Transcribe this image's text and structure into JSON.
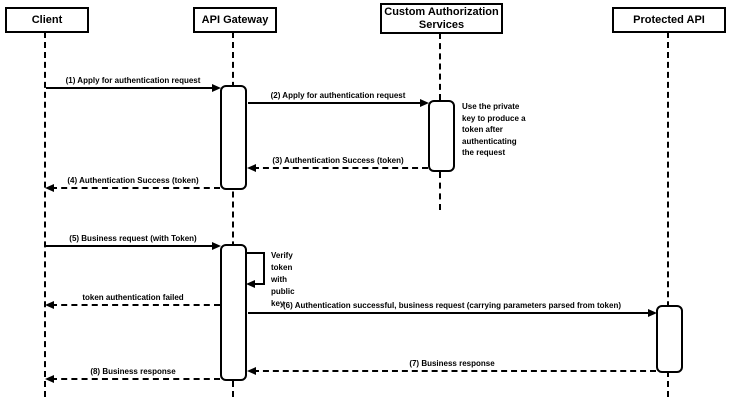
{
  "diagram_type": "uml-sequence-diagram",
  "colors": {
    "line": "#000000",
    "background": "#ffffff"
  },
  "actors": [
    {
      "label": "Client"
    },
    {
      "label": "API Gateway"
    },
    {
      "label": "Custom Authorization\nServices"
    },
    {
      "label": "Protected API"
    }
  ],
  "messages": [
    {
      "label": "(1) Apply for authentication request",
      "style": "solid",
      "from": "Client",
      "to": "API Gateway"
    },
    {
      "label": "(2) Apply for authentication request",
      "style": "solid",
      "from": "API Gateway",
      "to": "Custom Authorization Services"
    },
    {
      "label": "(3) Authentication Success (token)",
      "style": "dashed",
      "from": "Custom Authorization Services",
      "to": "API Gateway"
    },
    {
      "label": "(4) Authentication Success (token)",
      "style": "dashed",
      "from": "API Gateway",
      "to": "Client"
    },
    {
      "label": "(5) Business request (with Token)",
      "style": "solid",
      "from": "Client",
      "to": "API Gateway"
    },
    {
      "label": "Verify token\nwith public key",
      "style": "self",
      "from": "API Gateway",
      "to": "API Gateway"
    },
    {
      "label": "token authentication failed",
      "style": "dashed",
      "from": "API Gateway",
      "to": "Client"
    },
    {
      "label": "(6) Authentication successful, business request (carrying parameters parsed from token)",
      "style": "solid",
      "from": "API Gateway",
      "to": "Protected API"
    },
    {
      "label": "(7) Business response",
      "style": "dashed",
      "from": "Protected API",
      "to": "API Gateway"
    },
    {
      "label": "(8) Business response",
      "style": "dashed",
      "from": "API Gateway",
      "to": "Client"
    }
  ],
  "note": {
    "text": "Use the private\nkey to produce a\ntoken after\nauthenticating\nthe request"
  }
}
